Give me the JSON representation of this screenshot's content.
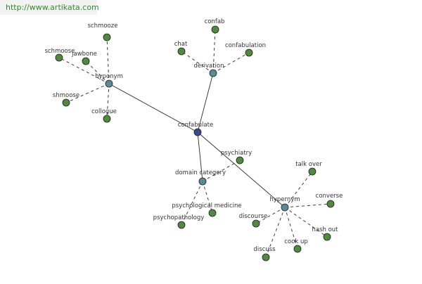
{
  "site_url": "http://www.artikata.com",
  "colors": {
    "center": "#3a4a8c",
    "category": "#5a8c96",
    "leaf": "#4f8a3e",
    "stroke": "#2a2a2a",
    "text": "#333333",
    "banner_text": "#2e8b2e"
  },
  "center": {
    "label": "confabulate"
  },
  "categories": [
    {
      "id": "hyponym",
      "label": "hyponym",
      "leaves": [
        "schmooze",
        "jawbone",
        "schmoose",
        "shmoose",
        "collogue"
      ]
    },
    {
      "id": "derivation",
      "label": "derivation",
      "leaves": [
        "confab",
        "chat",
        "confabulation"
      ]
    },
    {
      "id": "domain-category",
      "label": "domain category",
      "leaves": [
        "psychiatry",
        "psychological medicine",
        "psychopathology"
      ]
    },
    {
      "id": "hypernym",
      "label": "hypernym",
      "leaves": [
        "talk over",
        "converse",
        "hash out",
        "cook up",
        "discuss",
        "discourse"
      ]
    }
  ]
}
